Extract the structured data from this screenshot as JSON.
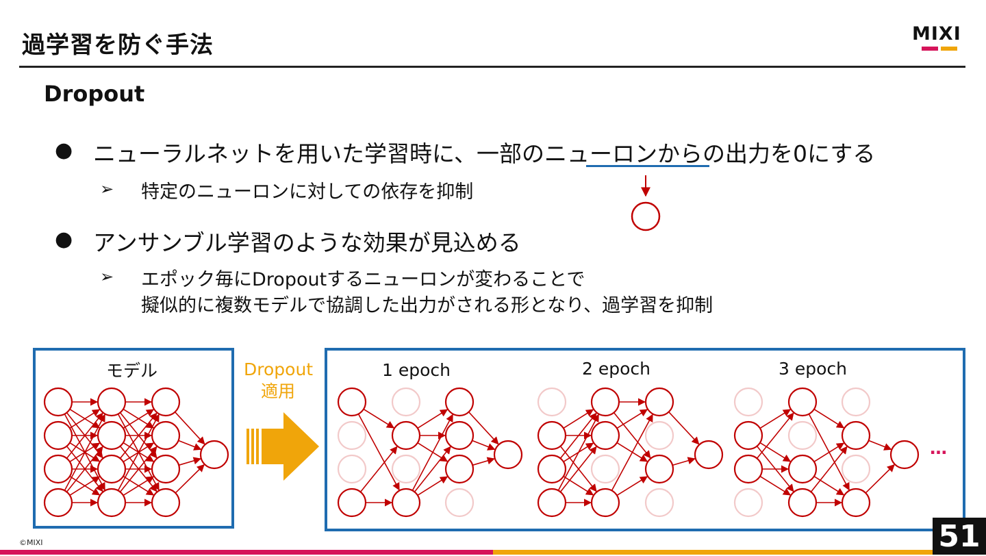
{
  "slide": {
    "title": "過学習を防ぐ手法",
    "subtitle": "Dropout",
    "page_number": "51",
    "copyright": "©MIXI"
  },
  "logo": {
    "text": "MIXI"
  },
  "bullets": [
    {
      "text": "ニューラルネットを用いた学習時に、一部のニューロンからの出力を0にする",
      "subs": [
        "特定のニューロンに対しての依存を抑制"
      ]
    },
    {
      "text": "アンサンブル学習のような効果が見込める",
      "subs": [
        "エポック毎にDropoutするニューロンが変わることで",
        "擬似的に複数モデルで協調した出力がされる形となり、過学習を抑制"
      ]
    }
  ],
  "bullet_glyph": "●",
  "sub_glyph": "➢",
  "diagram": {
    "model_label": "モデル",
    "dropout_label_line1": "Dropout",
    "dropout_label_line2": "適用",
    "epoch_labels": [
      "1 epoch",
      "2 epoch",
      "3 epoch"
    ],
    "ellipsis": "…",
    "colors": {
      "active": "#c00000",
      "dropped": "#f2c9c9",
      "frame": "#1f6cb0",
      "accent": "#f0a50a",
      "brand_pink": "#d6145a"
    }
  }
}
